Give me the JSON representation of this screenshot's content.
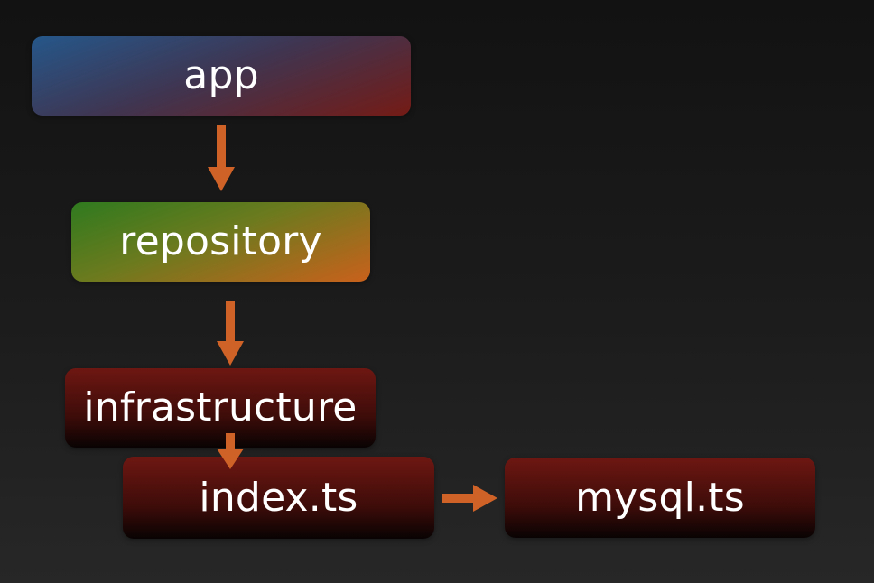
{
  "diagram": {
    "nodes": [
      {
        "id": "app",
        "label": "app"
      },
      {
        "id": "repository",
        "label": "repository"
      },
      {
        "id": "infrastructure",
        "label": "infrastructure"
      },
      {
        "id": "index",
        "label": "index.ts"
      },
      {
        "id": "mysql",
        "label": "mysql.ts"
      }
    ],
    "edges": [
      {
        "from": "app",
        "to": "repository"
      },
      {
        "from": "repository",
        "to": "infrastructure"
      },
      {
        "from": "infrastructure",
        "to": "index"
      },
      {
        "from": "index",
        "to": "mysql"
      }
    ]
  },
  "colors": {
    "arrow": "#cf6227",
    "text": "#ffffff",
    "app_gradient": [
      "#25578a",
      "#741b15"
    ],
    "repository_gradient": [
      "#2f7a1f",
      "#c9611c"
    ],
    "module_gradient": [
      "#6e1712",
      "#090303"
    ]
  }
}
